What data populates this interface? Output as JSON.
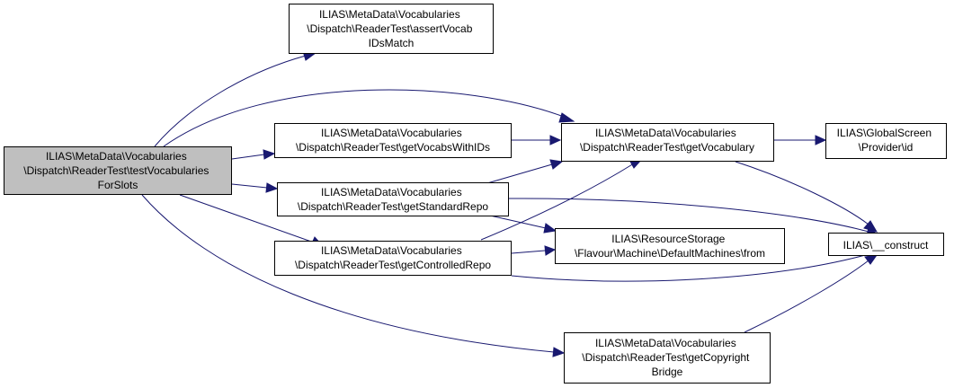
{
  "colors": {
    "edge": "#191970",
    "focus_fill": "#bfbfbf",
    "node_fill": "#ffffff",
    "node_border": "#000000"
  },
  "nodes": {
    "testVocabulariesForSlots": {
      "lines": [
        "ILIAS\\MetaData\\Vocabularies",
        "\\Dispatch\\ReaderTest\\testVocabularies",
        "ForSlots"
      ],
      "focused": true
    },
    "assertVocabIDsMatch": {
      "lines": [
        "ILIAS\\MetaData\\Vocabularies",
        "\\Dispatch\\ReaderTest\\assertVocab",
        "IDsMatch"
      ]
    },
    "getVocabsWithIDs": {
      "lines": [
        "ILIAS\\MetaData\\Vocabularies",
        "\\Dispatch\\ReaderTest\\getVocabsWithIDs"
      ]
    },
    "getStandardRepo": {
      "lines": [
        "ILIAS\\MetaData\\Vocabularies",
        "\\Dispatch\\ReaderTest\\getStandardRepo"
      ]
    },
    "getControlledRepo": {
      "lines": [
        "ILIAS\\MetaData\\Vocabularies",
        "\\Dispatch\\ReaderTest\\getControlledRepo"
      ]
    },
    "getVocabulary": {
      "lines": [
        "ILIAS\\MetaData\\Vocabularies",
        "\\Dispatch\\ReaderTest\\getVocabulary"
      ]
    },
    "getCopyrightBridge": {
      "lines": [
        "ILIAS\\MetaData\\Vocabularies",
        "\\Dispatch\\ReaderTest\\getCopyright",
        "Bridge"
      ]
    },
    "defaultMachinesFrom": {
      "lines": [
        "ILIAS\\ResourceStorage",
        "\\Flavour\\Machine\\DefaultMachines\\from"
      ]
    },
    "providerId": {
      "lines": [
        "ILIAS\\GlobalScreen",
        "\\Provider\\id"
      ]
    },
    "construct": {
      "lines": [
        "ILIAS\\__construct"
      ]
    }
  }
}
